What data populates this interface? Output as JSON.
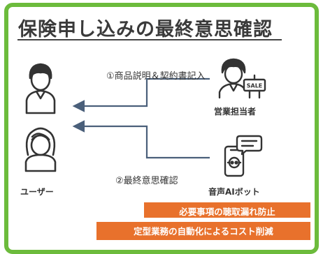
{
  "title": "保険申し込みの最終意思確認",
  "flow": {
    "step1_label": "①商品説明＆契約書記入",
    "step2_label": "②最終意思確認"
  },
  "actors": {
    "user_label": "ユーザー",
    "sales_label": "営業担当者",
    "bot_label": "音声AIボット",
    "sale_sign_text": "SALE"
  },
  "benefits": [
    "必要事項の聴取漏れ防止",
    "定型業務の自動化によるコスト削減"
  ],
  "colors": {
    "frame_border": "#6cbb3c",
    "banner": "#e8712c",
    "arrow": "#4a5f7a",
    "icon_stroke": "#333333"
  }
}
